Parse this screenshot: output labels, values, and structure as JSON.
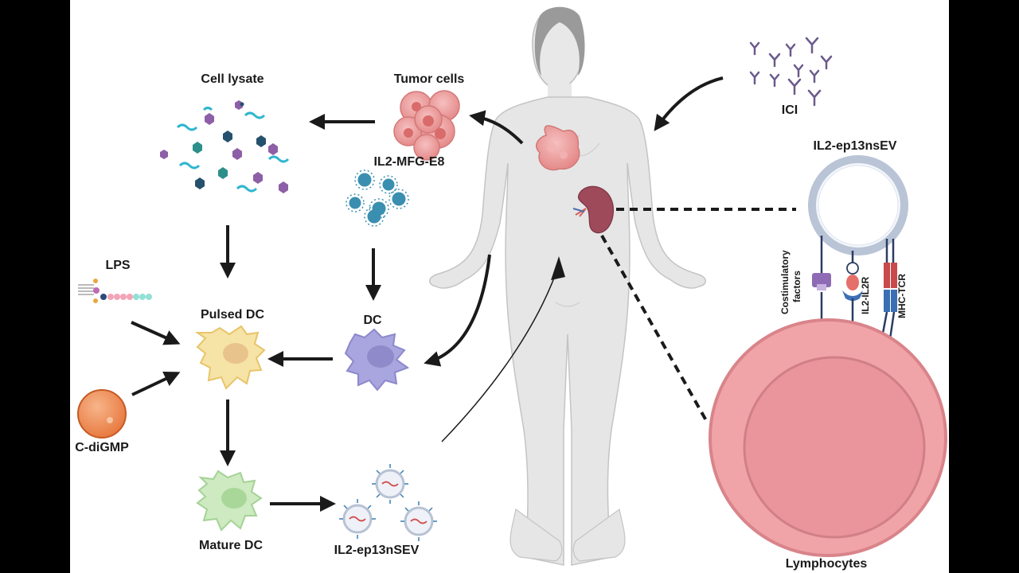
{
  "labels": {
    "cell_lysate": "Cell lysate",
    "tumor_cells": "Tumor cells",
    "ici": "ICI",
    "il2_mfg_e8": "IL2-MFG-E8",
    "il2_ep13nsev_top": "IL2-ep13nsEV",
    "lps": "LPS",
    "pulsed_dc": "Pulsed DC",
    "dc": "DC",
    "c_digmp": "C-diGMP",
    "mature_dc": "Mature DC",
    "il2_ep13nsev_bottom": "IL2-ep13nSEV",
    "lymphocytes": "Lymphocytes",
    "costimulatory_line1": "Costimulatory",
    "costimulatory_line2": "factors",
    "il2_il2r": "IL2-IL2R",
    "mhc_tcr": "MHC-TCR"
  },
  "colors": {
    "background": "#ffffff",
    "border": "#000000",
    "arrow": "#1a1a1a",
    "body": "#e6e6e6",
    "tumor": "#ee9b9b",
    "dc": "#a9a5de",
    "pulsed_dc": "#f6e3a6",
    "mature_dc": "#cdeac1",
    "lymphocyte": "#f0a4a8",
    "lymphocyte_nucleus": "#e9959b",
    "c_digmp": "#ef8f5a",
    "virus": "#3a8fb0",
    "antibody": "#6b5a8c",
    "spleen": "#9e4a5a"
  }
}
